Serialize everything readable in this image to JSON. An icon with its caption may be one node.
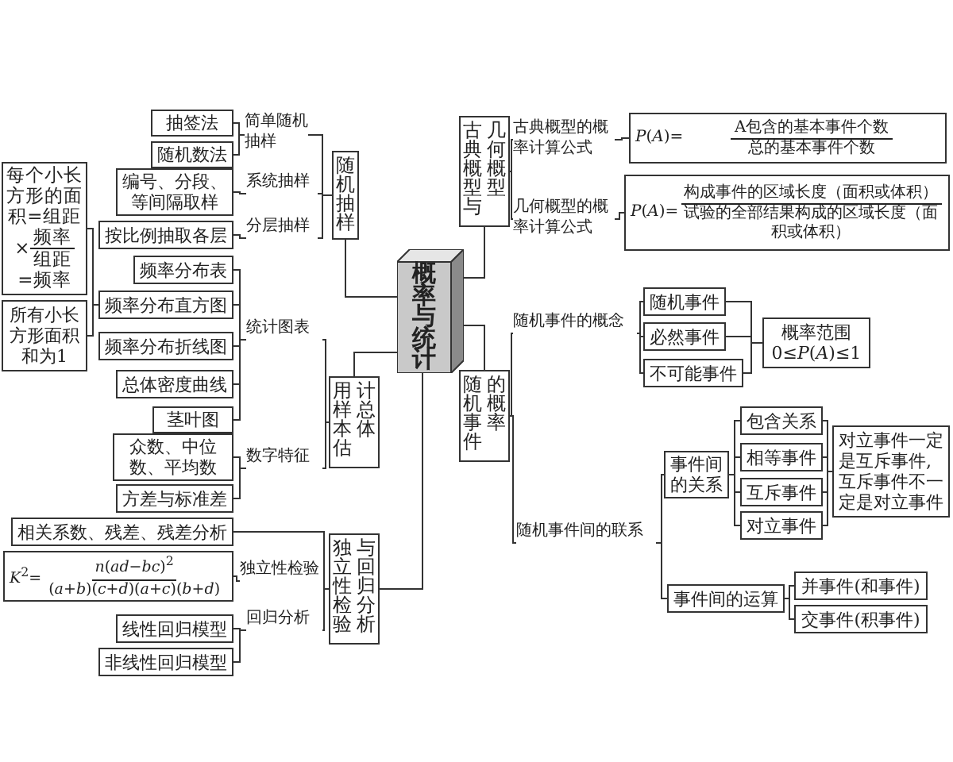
{
  "diagram": {
    "nodes": [
      {
        "text": [
          "概率与统计"
        ]
      },
      {
        "text": [
          "随机抽样"
        ]
      },
      {
        "text": [
          "简单随机抽样"
        ]
      },
      {
        "text": [
          "抽签法"
        ]
      },
      {
        "text": [
          "随机数法"
        ]
      },
      {
        "text": [
          "系统抽样"
        ]
      },
      {
        "text": [
          "编号、分段、等间隔取样"
        ]
      },
      {
        "text": [
          "分层抽样"
        ]
      },
      {
        "text": [
          "按比例抽取各层"
        ]
      },
      {
        "text": [
          "用样本估计总体"
        ]
      },
      {
        "text": [
          "统计图表"
        ]
      },
      {
        "text": [
          "频率分布表"
        ]
      },
      {
        "text": [
          "频率分布直方图"
        ]
      },
      {
        "text": [
          "每个小长方形的面积=组距",
          "×",
          "频率",
          "组距",
          "=频率"
        ]
      },
      {
        "text": [
          "所有小长方形面积和为1"
        ]
      },
      {
        "text": [
          "频率分布折线图"
        ]
      },
      {
        "text": [
          "总体密度曲线"
        ]
      },
      {
        "text": [
          "茎叶图"
        ]
      },
      {
        "text": [
          "数字特征"
        ]
      },
      {
        "text": [
          "众数、中位数、平均数"
        ]
      },
      {
        "text": [
          "方差与标准差"
        ]
      },
      {
        "text": [
          "独立性检验与回归分析"
        ]
      },
      {
        "text": [
          "相关系数、残差、残差分析"
        ]
      },
      {
        "text": [
          "独立性检验"
        ]
      },
      {
        "text": [
          "*K*$^{2}$=",
          "*n*(*ad*−*bc*)$^{2}$",
          "(*a*+*b*)(*c*+*d*)(*a*+*c*)(*b*+*d*)"
        ]
      },
      {
        "text": [
          "回归分析"
        ]
      },
      {
        "text": [
          "线性回归模型"
        ]
      },
      {
        "text": [
          "非线性回归模型"
        ]
      },
      {
        "text": [
          "古典概型与几何概型"
        ]
      },
      {
        "text": [
          "古典概型的概率计算公式"
        ]
      },
      {
        "text": [
          "*P*(*A*)=",
          "A包含的基本事件个数",
          "总的基本事件个数"
        ]
      },
      {
        "text": [
          "几何概型的概率计算公式"
        ]
      },
      {
        "text": [
          "*P*(*A*)=",
          "构成事件的区域长度（面积或体积）",
          "试验的全部结果构成的区域长度（面积或体积）"
        ]
      },
      {
        "text": [
          "随机事件的概率"
        ]
      },
      {
        "text": [
          "随机事件的概念"
        ]
      },
      {
        "text": [
          "随机事件"
        ]
      },
      {
        "text": [
          "必然事件"
        ]
      },
      {
        "text": [
          "不可能事件"
        ]
      },
      {
        "text": [
          "概率范围",
          "0≤*P*(*A*)≤1"
        ]
      },
      {
        "text": [
          "随机事件间的联系"
        ]
      },
      {
        "text": [
          "事件间的关系"
        ]
      },
      {
        "text": [
          "包含关系"
        ]
      },
      {
        "text": [
          "相等事件"
        ]
      },
      {
        "text": [
          "互斥事件"
        ]
      },
      {
        "text": [
          "对立事件"
        ]
      },
      {
        "text": [
          "对立事件一定是互斥事件,互斥事件不一定是对立事件"
        ]
      },
      {
        "text": [
          "事件间的运算"
        ]
      },
      {
        "text": [
          "并事件(和事件)"
        ]
      },
      {
        "text": [
          "交事件(积事件)"
        ]
      }
    ],
    "edges": [
      {
        "from": 1,
        "to": 0,
        "arrow": "none"
      },
      {
        "from": 2,
        "to": 1,
        "arrow": "none"
      },
      {
        "from": 3,
        "to": 2,
        "arrow": "none"
      },
      {
        "from": 4,
        "to": 2,
        "arrow": "none"
      },
      {
        "from": 5,
        "to": 1,
        "arrow": "none"
      },
      {
        "from": 6,
        "to": 5,
        "arrow": "none"
      },
      {
        "from": 7,
        "to": 1,
        "arrow": "none"
      },
      {
        "from": 8,
        "to": 7,
        "arrow": "none"
      },
      {
        "from": 9,
        "to": 0,
        "arrow": "none"
      },
      {
        "from": 10,
        "to": 9,
        "arrow": "none"
      },
      {
        "from": 11,
        "to": 10,
        "arrow": "none"
      },
      {
        "from": 12,
        "to": 10,
        "arrow": "none"
      },
      {
        "from": 13,
        "to": 12,
        "arrow": "none"
      },
      {
        "from": 14,
        "to": 12,
        "arrow": "none"
      },
      {
        "from": 15,
        "to": 10,
        "arrow": "none"
      },
      {
        "from": 16,
        "to": 10,
        "arrow": "none"
      },
      {
        "from": 17,
        "to": 10,
        "arrow": "none"
      },
      {
        "from": 18,
        "to": 9,
        "arrow": "none"
      },
      {
        "from": 19,
        "to": 18,
        "arrow": "none"
      },
      {
        "from": 20,
        "to": 18,
        "arrow": "none"
      },
      {
        "from": 21,
        "to": 0,
        "arrow": "none"
      },
      {
        "from": 22,
        "to": 21,
        "arrow": "none"
      },
      {
        "from": 23,
        "to": 21,
        "arrow": "none"
      },
      {
        "from": 24,
        "to": 23,
        "arrow": "none"
      },
      {
        "from": 25,
        "to": 21,
        "arrow": "none"
      },
      {
        "from": 26,
        "to": 25,
        "arrow": "none"
      },
      {
        "from": 27,
        "to": 25,
        "arrow": "none"
      },
      {
        "from": 28,
        "to": 0,
        "arrow": "none"
      },
      {
        "from": 29,
        "to": 28,
        "arrow": "none"
      },
      {
        "from": 30,
        "to": 29,
        "arrow": "none"
      },
      {
        "from": 31,
        "to": 28,
        "arrow": "none"
      },
      {
        "from": 32,
        "to": 31,
        "arrow": "none"
      },
      {
        "from": 33,
        "to": 0,
        "arrow": "none"
      },
      {
        "from": 34,
        "to": 33,
        "arrow": "none"
      },
      {
        "from": 35,
        "to": 34,
        "arrow": "none"
      },
      {
        "from": 36,
        "to": 34,
        "arrow": "none"
      },
      {
        "from": 37,
        "to": 34,
        "arrow": "none"
      },
      {
        "from": 35,
        "to": 38,
        "arrow": "none"
      },
      {
        "from": 36,
        "to": 38,
        "arrow": "none"
      },
      {
        "from": 37,
        "to": 38,
        "arrow": "none"
      },
      {
        "from": 39,
        "to": 33,
        "arrow": "none"
      },
      {
        "from": 40,
        "to": 39,
        "arrow": "none"
      },
      {
        "from": 41,
        "to": 40,
        "arrow": "none"
      },
      {
        "from": 42,
        "to": 40,
        "arrow": "none"
      },
      {
        "from": 43,
        "to": 40,
        "arrow": "none"
      },
      {
        "from": 44,
        "to": 40,
        "arrow": "none"
      },
      {
        "from": 41,
        "to": 45,
        "arrow": "none"
      },
      {
        "from": 42,
        "to": 45,
        "arrow": "none"
      },
      {
        "from": 43,
        "to": 45,
        "arrow": "none"
      },
      {
        "from": 44,
        "to": 45,
        "arrow": "none"
      },
      {
        "from": 46,
        "to": 39,
        "arrow": "none"
      },
      {
        "from": 47,
        "to": 46,
        "arrow": "none"
      },
      {
        "from": 48,
        "to": 46,
        "arrow": "none"
      }
    ]
  }
}
